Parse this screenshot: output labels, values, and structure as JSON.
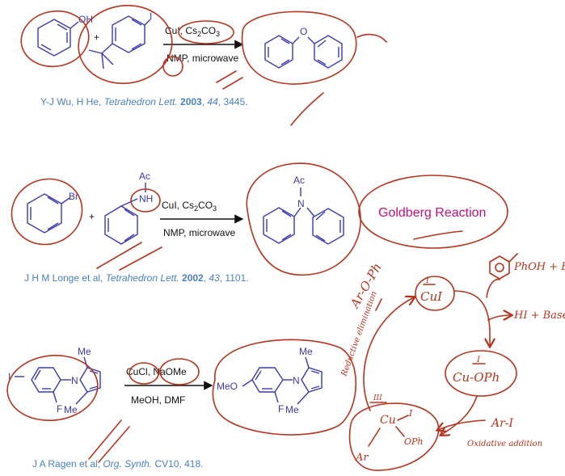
{
  "reactions": [
    {
      "reagent_top_a": "CuI, ",
      "reagent_top_b": "Cs",
      "reagent_top_sub2": "2",
      "reagent_top_c": "CO",
      "reagent_top_sub3": "3",
      "reagent_bottom": "NMP, microwave",
      "reactant1_atoms": [
        "OH"
      ],
      "reactant2_atoms": [
        "I"
      ],
      "plus": "+",
      "product_atoms": [
        "O"
      ],
      "ref_authors": "Y-J Wu, H He, ",
      "ref_journal": "Tetrahedron Lett.",
      "ref_year": "2003",
      "ref_volume": "44",
      "ref_pages": ", 3445."
    },
    {
      "reagent_top_a": "CuI, ",
      "reagent_top_b": "Cs",
      "reagent_top_sub2": "2",
      "reagent_top_c": "CO",
      "reagent_top_sub3": "3",
      "reagent_bottom": "NMP, microwave",
      "reactant1_atoms": [
        "Br"
      ],
      "reactant2_atoms": [
        "Ac",
        "NH"
      ],
      "plus": "+",
      "product_atoms": [
        "Ac",
        "N"
      ],
      "ref_authors": "J H M Longe et al, ",
      "ref_journal": "Tetrahedron Lett.",
      "ref_year": "2002",
      "ref_volume": "43",
      "ref_pages": ", 1101."
    },
    {
      "reagent_top": "CuCl, NaOMe",
      "reagent_bottom": "MeOH, DMF",
      "reactant_atoms": [
        "I",
        "Me",
        "N",
        "F",
        "Me"
      ],
      "product_atoms": [
        "MeO",
        "Me",
        "N",
        "F",
        "Me"
      ],
      "ref_authors": "J A Ragen et al, ",
      "ref_journal": "Org. Synth.",
      "ref_pages": " CV10, 418."
    }
  ],
  "named_reaction": "Goldberg Reaction",
  "annotations": {
    "ar_o_ph": "Ar-O-Ph",
    "cu_i": "CuI",
    "cu_i_ox": "I",
    "ph_oh": "PhOH + Base",
    "hi_base": "HI + Base",
    "cu_oph": "Cu-OPh",
    "cu_oph_ox": "I",
    "ar_i": "Ar-I",
    "oxidative_addition": "Oxidative addition",
    "reductive_elimination": "Reductive elimination",
    "cu_iii_complex_cu": "Cu",
    "cu_iii_complex_i": "I",
    "cu_iii_complex_oph": "OPh",
    "cu_iii_complex_ar": "Ar",
    "cu_iii_ox": "III"
  },
  "colors": {
    "structure": "#3a3ab0",
    "reference": "#4a7fc0",
    "ink": "#b5341e",
    "named_reaction": "#c0127a"
  }
}
